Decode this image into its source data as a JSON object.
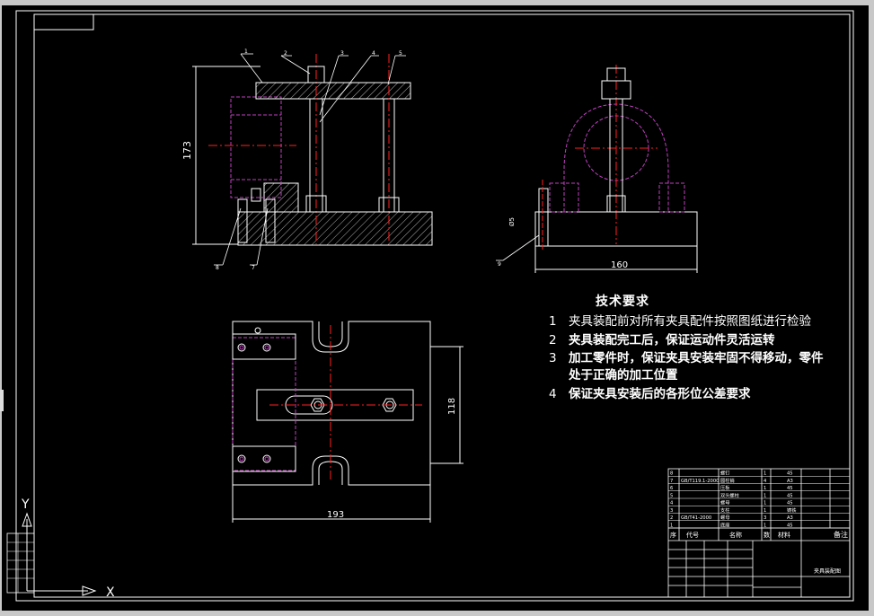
{
  "window": {
    "chrome_color": "#c8c8c8"
  },
  "drawing": {
    "background": "#000000",
    "line_color": "#ffffff",
    "hidden_line_color": "#c040c0",
    "center_line_color": "#ff2020",
    "hatch_color": "#ffffff"
  },
  "dimensions": {
    "front_height": "173",
    "side_width": "160",
    "top_width": "193",
    "top_height": "118",
    "side_hole": "Ø5"
  },
  "balloons": {
    "front_top": [
      "1",
      "2",
      "3",
      "4",
      "5"
    ],
    "front_bottom": [
      "8",
      "7"
    ],
    "side": [
      "9"
    ]
  },
  "tech_requirements": {
    "title": "技术要求",
    "items": [
      {
        "num": "1",
        "text": "夹具装配前对所有夹具配件按照图纸进行检验"
      },
      {
        "num": "2",
        "text": "夹具装配完工后，保证运动件灵活运转"
      },
      {
        "num": "3",
        "text": "加工零件时，保证夹具安装牢固不得移动，零件"
      },
      {
        "num": "",
        "text": "处于正确的加工位置"
      },
      {
        "num": "4",
        "text": "保证夹具安装后的各形位公差要求"
      }
    ]
  },
  "bom": {
    "rows": [
      {
        "no": "8",
        "code": "",
        "name": "螺钉",
        "qty": "1",
        "material": "45"
      },
      {
        "no": "7",
        "code": "GB/T119.1-2000",
        "name": "圆柱销",
        "qty": "4",
        "material": "A3"
      },
      {
        "no": "6",
        "code": "",
        "name": "压板",
        "qty": "1",
        "material": "45"
      },
      {
        "no": "5",
        "code": "",
        "name": "双头螺柱",
        "qty": "1",
        "material": "45"
      },
      {
        "no": "4",
        "code": "",
        "name": "螺母",
        "qty": "1",
        "material": "45"
      },
      {
        "no": "3",
        "code": "",
        "name": "支柱",
        "qty": "1",
        "material": "铸铁"
      },
      {
        "no": "2",
        "code": "GB/T41-2000",
        "name": "螺母",
        "qty": "3",
        "material": "A3"
      },
      {
        "no": "1",
        "code": "",
        "name": "底座",
        "qty": "1",
        "material": "45"
      }
    ],
    "header": {
      "no": "序",
      "code": "代号",
      "name": "名称",
      "qty": "数",
      "material": "材料",
      "note": "备注"
    },
    "title_block_name": "夹具装配图"
  },
  "ucs": {
    "x_label": "X",
    "y_label": "Y"
  }
}
